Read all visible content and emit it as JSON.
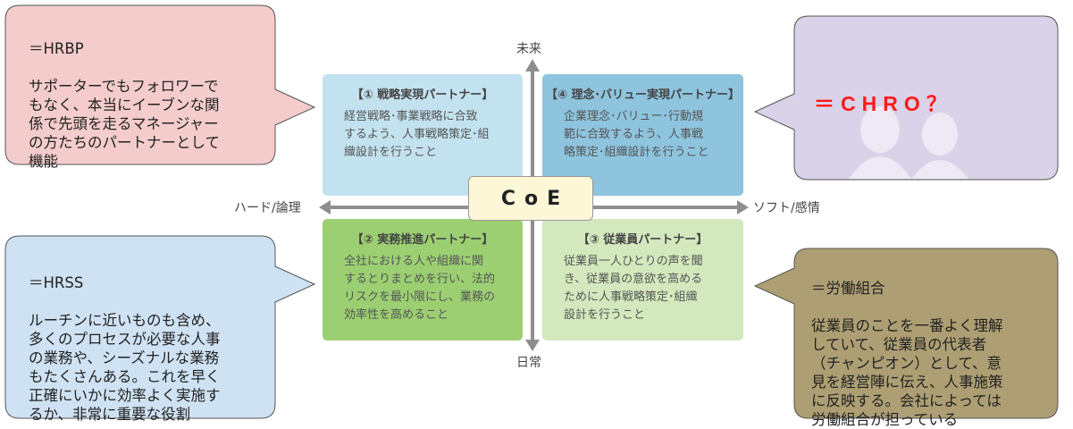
{
  "callouts": {
    "hrbp": {
      "heading": "＝HRBP",
      "body": "サポーターでもフォロワーで\nもなく、本当にイーブンな関\n係で先頭を走るマネージャー\nの方たちのパートナーとして\n機能"
    },
    "chro": {
      "heading": "＝CHRO？"
    },
    "hrss": {
      "heading": "＝HRSS",
      "body": "ルーチンに近いものも含め、\n多くのプロセスが必要な人事\nの業務や、シーズナルな業務\nもたくさんある。これを早く\n正確にいかに効率よく実施す\nるか、非常に重要な役割"
    },
    "union": {
      "heading": "＝労働組合",
      "body": "従業員のことを一番よく理解\nしていて、従業員の代表者\n（チャンピオン）として、意\n見を経営陣に伝え、人事施策\nに反映する。会社によっては\n労働組合が担っている"
    }
  },
  "quadrants": {
    "q1": {
      "title": "【① 戦略実現パートナー】",
      "body": "経営戦略･事業戦略に合致\nするよう、人事戦略策定･組\n織設計を行うこと"
    },
    "q4": {
      "title": "【④ 理念･バリュー実現パートナー】",
      "body": "企業理念･バリュー･行動規\n範に合致するよう、人事戦\n略策定･組織設計を行うこと"
    },
    "q2": {
      "title": "【② 実務推進パートナー】",
      "body": "全社における人や組織に関\nするとりまとめを行い、法的\nリスクを最小限にし、業務の\n効率性を高めること"
    },
    "q3": {
      "title": "【③ 従業員パートナー】",
      "body": "従業員一人ひとりの声を聞\nき、従業員の意欲を高める\nために人事戦略策定･組織\n設計を行うこと"
    }
  },
  "axes": {
    "top": "未来",
    "bottom": "日常",
    "left": "ハード/論理",
    "right": "ソフト/感情"
  },
  "center": {
    "label": "CoE"
  },
  "colors": {
    "hrbp_fill": "#f4cccc",
    "chro_fill": "#d9d2e9",
    "hrss_fill": "#cfe2f3",
    "union_fill": "#ad9f73",
    "q1_fill": "#c3e2ef",
    "q4_fill": "#8ec4de",
    "q2_fill": "#9ccf72",
    "q3_fill": "#d3e8bd",
    "axis": "#8e8e8e",
    "chro_text": "#ff1a1a"
  }
}
